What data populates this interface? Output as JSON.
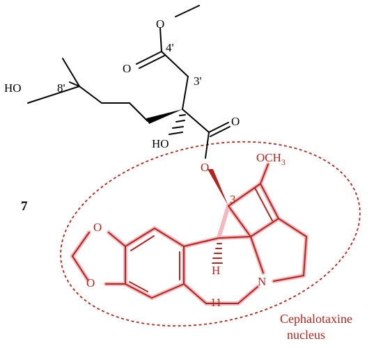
{
  "compound_number": "7",
  "atoms": {
    "methoxy_O": "O",
    "carbonyl_O_4p": "O",
    "hydroxyl_8p": "HO",
    "hydroxyl_2p": "HO",
    "carbonyl_O_ester": "O",
    "ester_O": "O",
    "och3": "OCH",
    "och3_sub": "3",
    "dioxole_O_top": "O",
    "dioxole_O_bottom": "O",
    "H": "H",
    "N": "N"
  },
  "locants": {
    "c4p": "4'",
    "c3p": "3'",
    "c8p": "8'",
    "c3": "3",
    "c11": "11"
  },
  "nucleus_label": {
    "line1": "Cephalotaxine",
    "line2": "nucleus"
  },
  "colors": {
    "bond": "#000000",
    "nucleus": "#b2251e",
    "nucleus_halo": "#f4b9bf"
  }
}
